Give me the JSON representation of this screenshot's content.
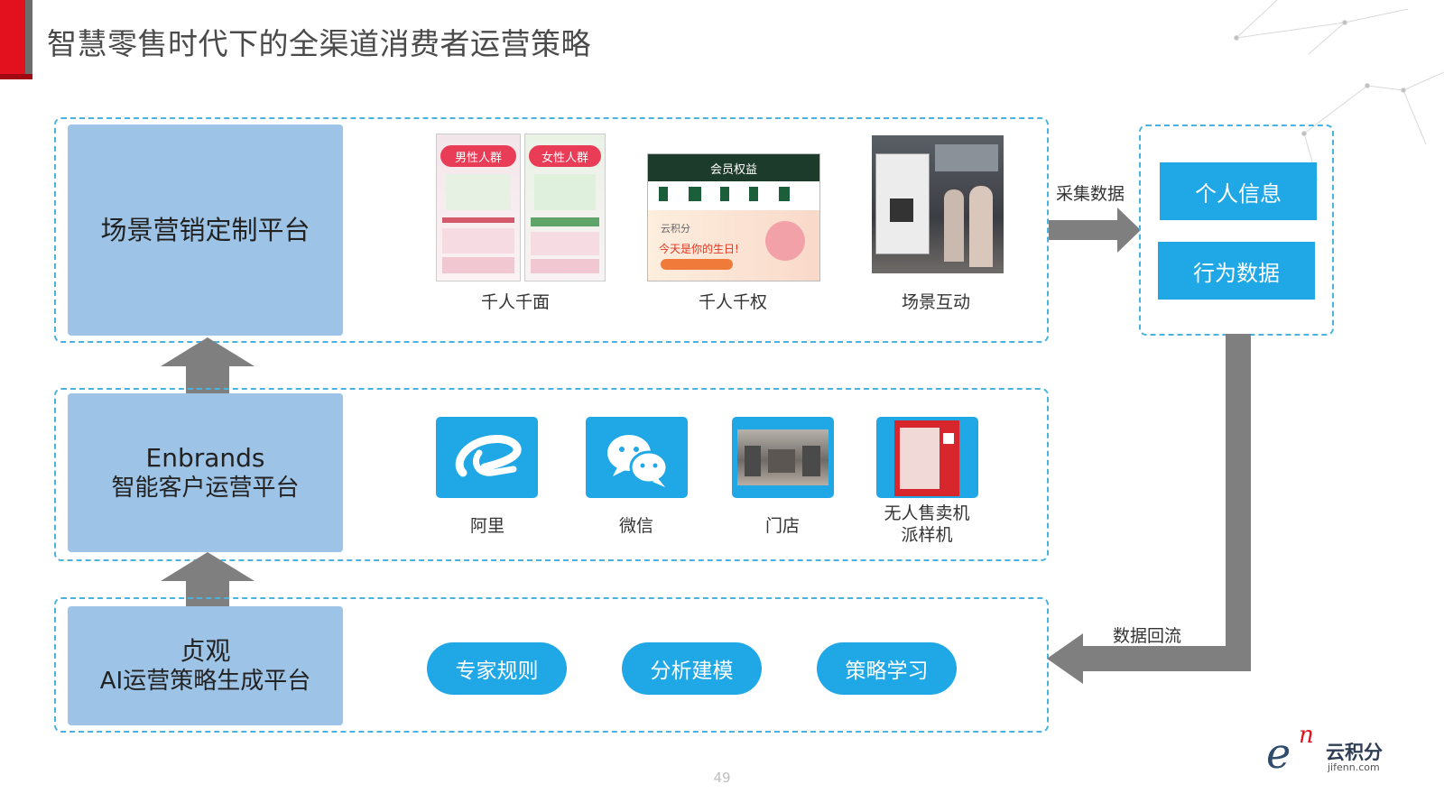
{
  "title": "智慧零售时代下的全渠道消费者运营策略",
  "page_number": "49",
  "layers": {
    "top": {
      "platform": "场景营销定制平台",
      "items": [
        {
          "caption": "千人千面",
          "img_text": [
            "男性人群",
            "女性人群"
          ]
        },
        {
          "caption": "千人千权",
          "img_text": [
            "会员权益",
            "云积分",
            "今天是你的生日!"
          ]
        },
        {
          "caption": "场景互动"
        }
      ]
    },
    "middle": {
      "platform_line1": "Enbrands",
      "platform_line2": "智能客户运营平台",
      "items": [
        {
          "caption": "阿里"
        },
        {
          "caption": "微信"
        },
        {
          "caption": "门店"
        },
        {
          "caption_line1": "无人售卖机",
          "caption_line2": "派样机"
        }
      ]
    },
    "bottom": {
      "platform_line1": "贞观",
      "platform_line2": "AI运营策略生成平台",
      "pills": [
        "专家规则",
        "分析建模",
        "策略学习"
      ]
    }
  },
  "collect_label": "采集数据",
  "return_label": "数据回流",
  "data_box": [
    "个人信息",
    "行为数据"
  ],
  "logo": {
    "brand": "云积分",
    "url": "jifenn.com"
  },
  "colors": {
    "accent_blue": "#1fa7e6",
    "platform_blue": "#9dc3e6",
    "dash": "#49b3dd",
    "arrow": "#7f7f7f",
    "title_red": "#e3101e"
  }
}
